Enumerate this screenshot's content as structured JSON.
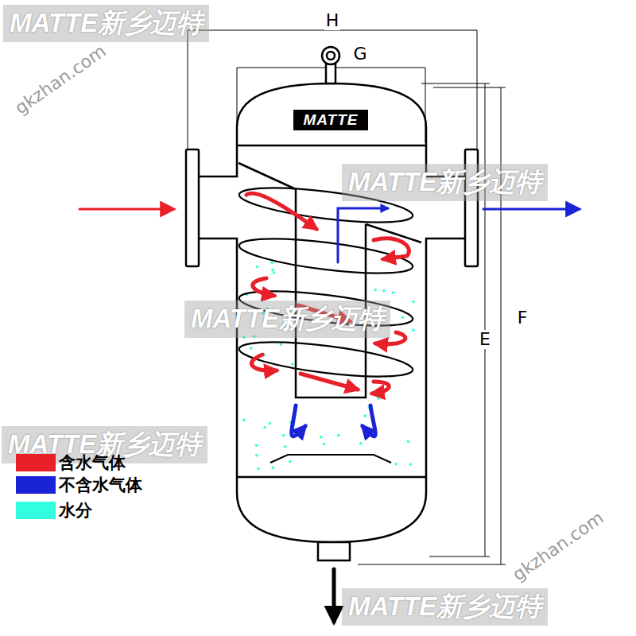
{
  "diagram": {
    "nodes": [
      {
        "text": [
          "MATTE"
        ]
      }
    ],
    "edges": [],
    "labels": [
      "H",
      "G",
      "F",
      "E",
      "MATTE新乡迈特",
      "MATTE新乡迈特",
      "MATTE新乡迈特",
      "MATTE新乡迈特",
      "MATTE新乡迈特",
      "gkzhan.com",
      "gkzhan.com"
    ],
    "legend": [
      {
        "text": "含水气体",
        "color": "#e8202a"
      },
      {
        "text": "不含水气体",
        "color": "#1a23d6"
      },
      {
        "text": "水分",
        "color": "#33ffe0"
      }
    ]
  }
}
